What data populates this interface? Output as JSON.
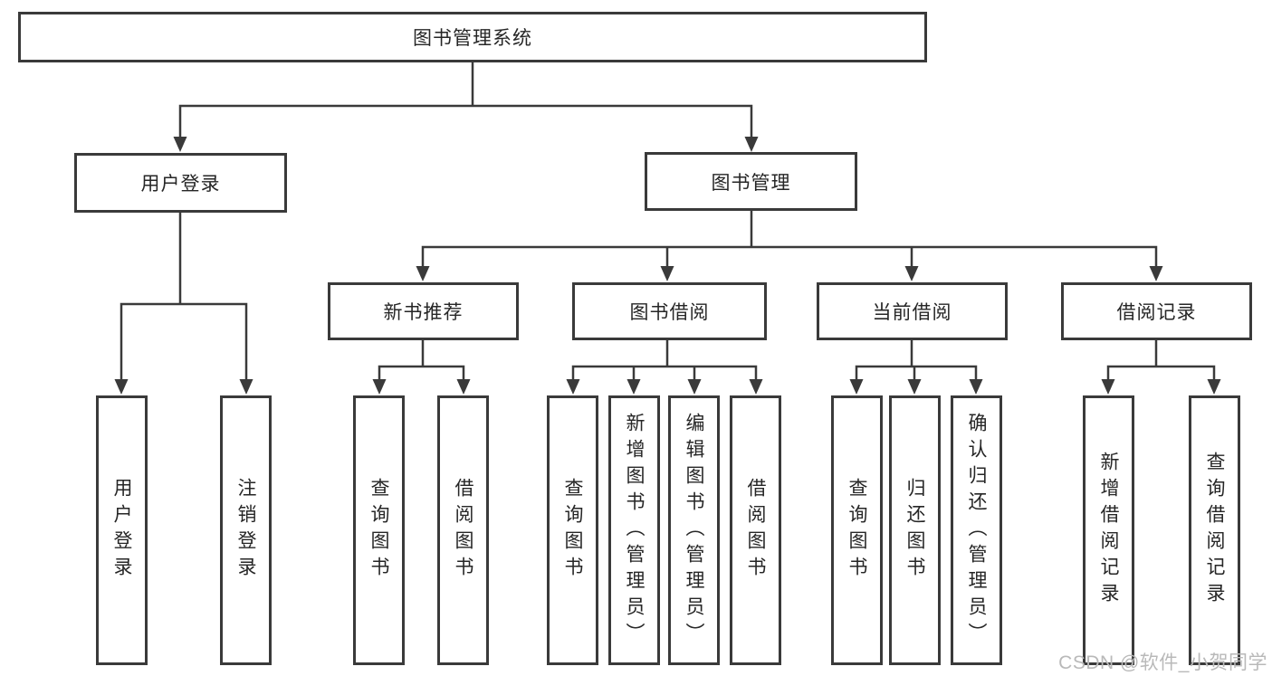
{
  "diagram": {
    "title": "图书管理系统",
    "level2": [
      {
        "label": "用户登录"
      },
      {
        "label": "图书管理"
      }
    ],
    "level3": [
      {
        "label": "新书推荐"
      },
      {
        "label": "图书借阅"
      },
      {
        "label": "当前借阅"
      },
      {
        "label": "借阅记录"
      }
    ],
    "leaves": [
      {
        "label": "用户登录"
      },
      {
        "label": "注销登录"
      },
      {
        "label": "查询图书"
      },
      {
        "label": "借阅图书"
      },
      {
        "label": "查询图书"
      },
      {
        "label": "新增图书（管理员）"
      },
      {
        "label": "编辑图书（管理员）"
      },
      {
        "label": "借阅图书"
      },
      {
        "label": "查询图书"
      },
      {
        "label": "归还图书"
      },
      {
        "label": "确认归还（管理员）"
      },
      {
        "label": "新增借阅记录"
      },
      {
        "label": "查询借阅记录"
      }
    ]
  },
  "watermark": "CSDN @软件_小贺同学",
  "colors": {
    "line": "#3a3a3a",
    "text": "#262626",
    "box_background": "#ffffff",
    "watermark": "#b9b9b9"
  }
}
